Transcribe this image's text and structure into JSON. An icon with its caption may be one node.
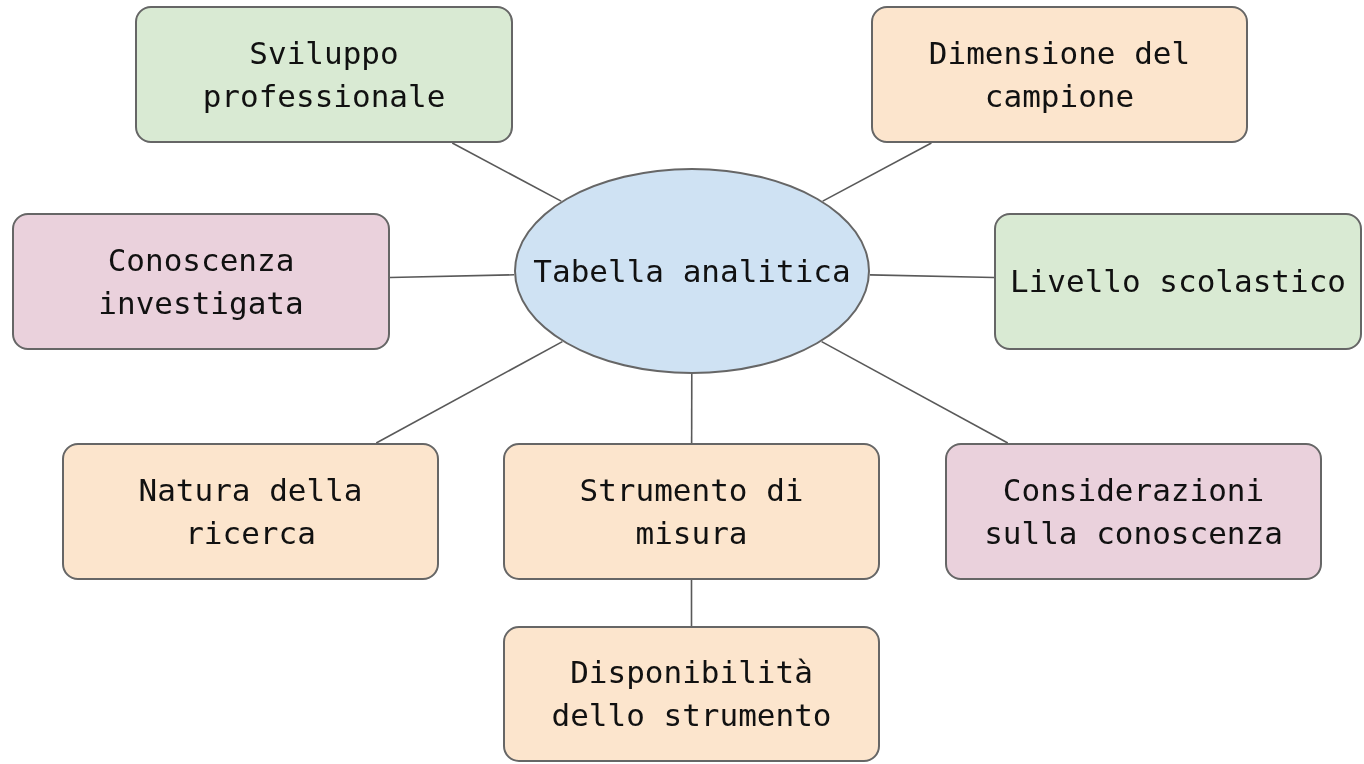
{
  "diagram": {
    "nodes": [
      {
        "text": [
          "Tabella analitica"
        ]
      },
      {
        "text": [
          "Sviluppo professionale"
        ]
      },
      {
        "text": [
          "Dimensione del campione"
        ]
      },
      {
        "text": [
          "Conoscenza investigata"
        ]
      },
      {
        "text": [
          "Livello scolastico"
        ]
      },
      {
        "text": [
          "Natura della ricerca"
        ]
      },
      {
        "text": [
          "Strumento di misura"
        ]
      },
      {
        "text": [
          "Considerazioni sulla conoscenza"
        ]
      },
      {
        "text": [
          "Disponibilità dello strumento"
        ]
      }
    ],
    "edges": [
      {
        "from": 0,
        "to": 1,
        "arrow": "none"
      },
      {
        "from": 0,
        "to": 2,
        "arrow": "none"
      },
      {
        "from": 0,
        "to": 3,
        "arrow": "none"
      },
      {
        "from": 0,
        "to": 4,
        "arrow": "none"
      },
      {
        "from": 0,
        "to": 5,
        "arrow": "none"
      },
      {
        "from": 0,
        "to": 6,
        "arrow": "none"
      },
      {
        "from": 0,
        "to": 7,
        "arrow": "none"
      },
      {
        "from": 6,
        "to": 8,
        "arrow": "none"
      }
    ]
  }
}
